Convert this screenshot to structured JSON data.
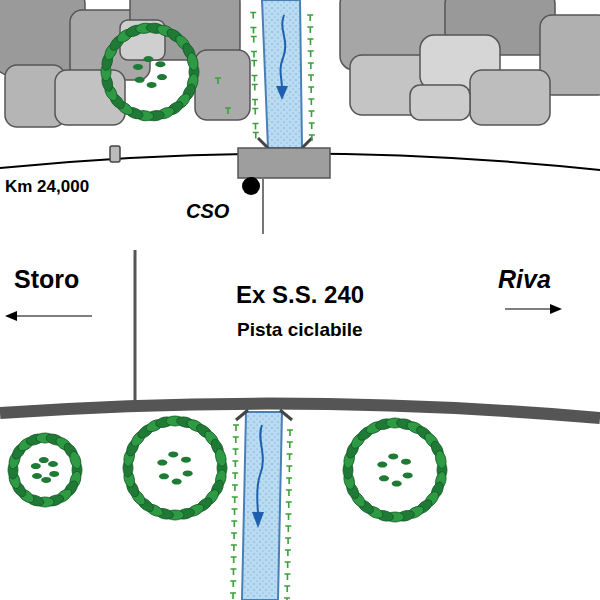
{
  "diagram": {
    "labels": [
      "Km 24,000",
      "CSO",
      "Storo",
      "Riva",
      "Ex S.S. 240",
      "Pista ciclabile"
    ]
  }
}
